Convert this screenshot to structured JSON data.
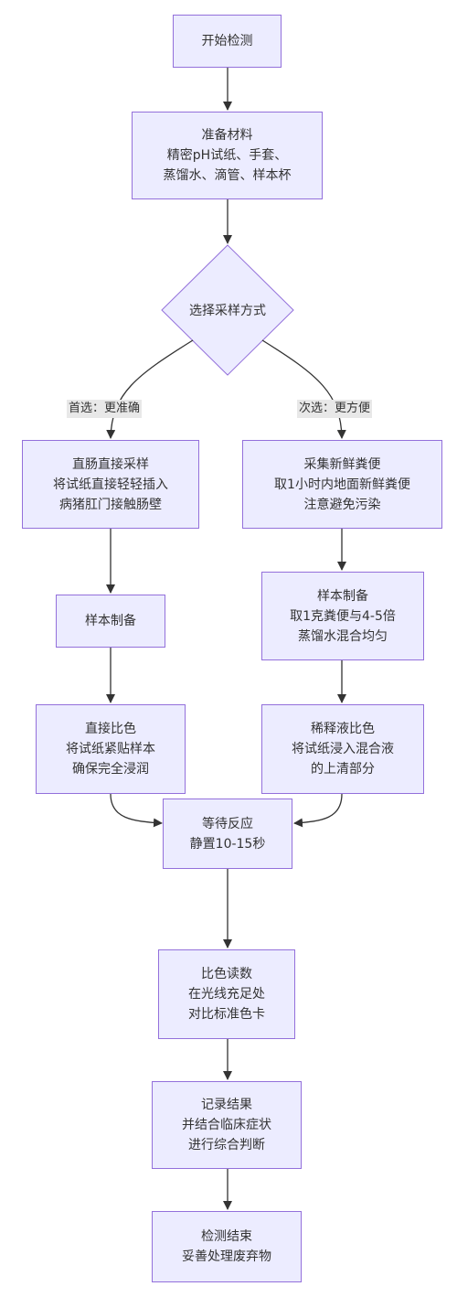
{
  "nodes": {
    "start": {
      "lines": [
        "开始检测"
      ]
    },
    "prepare": {
      "lines": [
        "准备材料",
        "精密pH试纸、手套、",
        "蒸馏水、滴管、样本杯"
      ]
    },
    "decision": {
      "lines": [
        "选择采样方式"
      ]
    },
    "rectal": {
      "lines": [
        "直肠直接采样",
        "将试纸直接轻轻插入",
        "病猪肛门接触肠壁"
      ]
    },
    "feces": {
      "lines": [
        "采集新鲜粪便",
        "取1小时内地面新鲜粪便",
        "注意避免污染"
      ]
    },
    "prep_left": {
      "lines": [
        "样本制备"
      ]
    },
    "prep_right": {
      "lines": [
        "样本制备",
        "取1克粪便与4-5倍",
        "蒸馏水混合均匀"
      ]
    },
    "direct": {
      "lines": [
        "直接比色",
        "将试纸紧贴样本",
        "确保完全浸润"
      ]
    },
    "dilute": {
      "lines": [
        "稀释液比色",
        "将试纸浸入混合液",
        "的上清部分"
      ]
    },
    "wait": {
      "lines": [
        "等待反应",
        "静置10-15秒"
      ]
    },
    "read": {
      "lines": [
        "比色读数",
        "在光线充足处",
        "对比标准色卡"
      ]
    },
    "record": {
      "lines": [
        "记录结果",
        "并结合临床症状",
        "进行综合判断"
      ]
    },
    "end": {
      "lines": [
        "检测结束",
        "妥善处理废弃物"
      ]
    }
  },
  "edge_labels": {
    "preferred": "首选：更准确",
    "secondary": "次选：更方便"
  },
  "colors": {
    "node_fill": "#ececff",
    "node_border": "#9370db",
    "edge": "#333333",
    "label_bg": "#e8e8e8"
  }
}
